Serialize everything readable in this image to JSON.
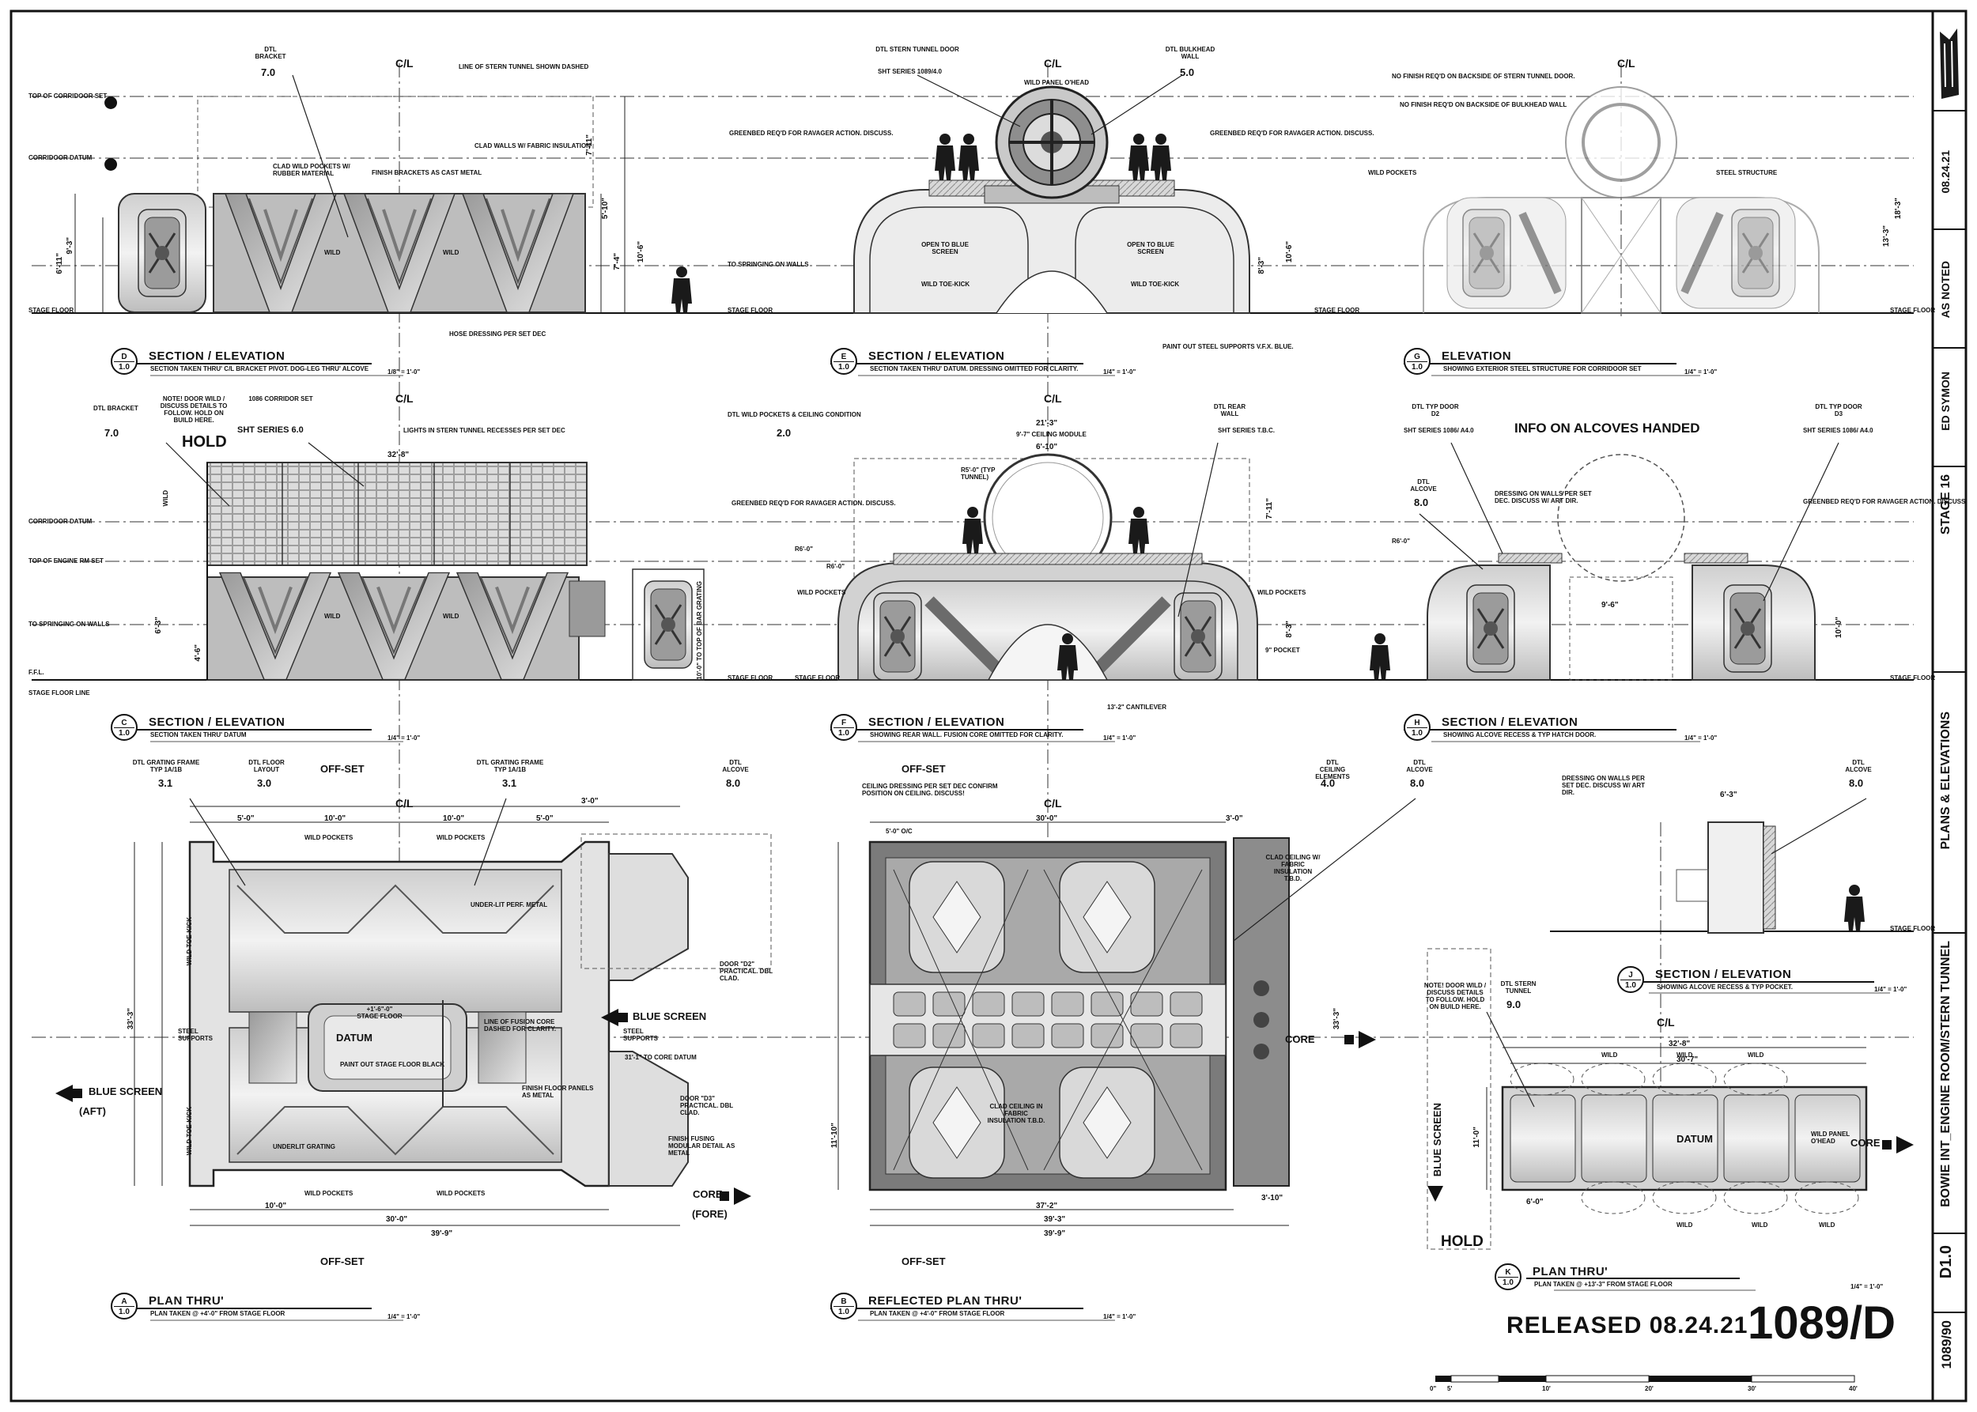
{
  "title_block": {
    "drawing_number": "1089/D",
    "released": "RELEASED  08.24.21",
    "sheet_code": "1089/90",
    "sheet_rev": "D1.0",
    "project": "BOWIE INT_ENGINE ROOM/STERN TUNNEL",
    "sheet_title": "PLANS & ELEVATIONS",
    "stage": "STAGE 16",
    "drawn_by": "ED SYMON",
    "scale": "AS NOTED",
    "date": "08.24.21",
    "scale_bar_labels": [
      "0\"",
      "5'",
      "10'",
      "20'",
      "30'",
      "40'"
    ]
  },
  "common": {
    "cl": "C/L",
    "stage_floor": "STAGE FLOOR",
    "wild": "WILD",
    "wild_pockets": "WILD POCKETS",
    "off_set": "OFF-SET",
    "scale_quarter": "1/4\" = 1'-0\"",
    "scale_eighth": "1/8\" = 1'-0\""
  },
  "views": {
    "D": {
      "letter": "D",
      "num": "1.0",
      "title": "SECTION / ELEVATION",
      "note": "SECTION TAKEN THRU' C/L BRACKET PIVOT. DOG-LEG THRU' ALCOVE",
      "scale": "1/8\" = 1'-0\""
    },
    "E": {
      "letter": "E",
      "num": "1.0",
      "title": "SECTION / ELEVATION",
      "note": "SECTION TAKEN THRU' DATUM. DRESSING OMITTED FOR CLARITY.",
      "scale": "1/4\" = 1'-0\""
    },
    "G": {
      "letter": "G",
      "num": "1.0",
      "title": "ELEVATION",
      "note": "SHOWING EXTERIOR STEEL STRUCTURE FOR CORRIDOOR SET",
      "scale": "1/4\" = 1'-0\""
    },
    "C": {
      "letter": "C",
      "num": "1.0",
      "title": "SECTION / ELEVATION",
      "note": "SECTION TAKEN THRU' DATUM",
      "scale": "1/4\" = 1'-0\""
    },
    "F": {
      "letter": "F",
      "num": "1.0",
      "title": "SECTION / ELEVATION",
      "note": "SHOWING REAR WALL. FUSION CORE OMITTED FOR CLARITY.",
      "scale": "1/4\" = 1'-0\""
    },
    "H": {
      "letter": "H",
      "num": "1.0",
      "title": "SECTION / ELEVATION",
      "note": "SHOWING ALCOVE RECESS & TYP HATCH DOOR.",
      "scale": "1/4\" = 1'-0\""
    },
    "A": {
      "letter": "A",
      "num": "1.0",
      "title": "PLAN THRU'",
      "note": "PLAN TAKEN @ +4'-0\" FROM STAGE FLOOR",
      "scale": "1/4\" = 1'-0\""
    },
    "B": {
      "letter": "B",
      "num": "1.0",
      "title": "REFLECTED PLAN THRU'",
      "note": "PLAN TAKEN @ +4'-0\" FROM STAGE FLOOR",
      "scale": "1/4\" = 1'-0\""
    },
    "J": {
      "letter": "J",
      "num": "1.0",
      "title": "SECTION / ELEVATION",
      "note": "SHOWING ALCOVE RECESS & TYP POCKET.",
      "scale": "1/4\" = 1'-0\""
    },
    "K": {
      "letter": "K",
      "num": "1.0",
      "title": "PLAN THRU'",
      "note": "PLAN TAKEN @ +13'-3\" FROM STAGE FLOOR",
      "scale": "1/4\" = 1'-0\""
    }
  },
  "row1": {
    "top_of_corridor_set": "TOP OF CORRIDOOR SET",
    "corridor_datum": "CORRIDOOR DATUM",
    "line_of_stern_tunnel": "LINE OF STERN TUNNEL SHOWN DASHED",
    "clad_walls": "CLAD WALLS W/ FABRIC INSULATION",
    "clad_wild_pockets": "CLAD WILD POCKETS W/ RUBBER MATERIAL",
    "finish_brackets": "FINISH BRACKETS AS CAST METAL",
    "to_springing": "TO SPRINGING ON WALLS",
    "hose_dressing": "HOSE DRESSING PER SET DEC",
    "dtl_bracket": "DTL BRACKET",
    "dtl_bracket_num": "7.0",
    "dtl_stern_door": "DTL STERN TUNNEL DOOR",
    "sht_series_1089": "SHT SERIES 1089/4.0",
    "dtl_bulkhead": "DTL BULKHEAD WALL",
    "dtl_bulkhead_num": "5.0",
    "wild_panel_ohead": "WILD PANEL O'HEAD",
    "greenbed": "GREENBED REQ'D FOR RAVAGER ACTION. DISCUSS.",
    "open_to_blue": "OPEN TO BLUE SCREEN",
    "wild_toe_kick": "WILD TOE-KICK",
    "paint_steel": "PAINT OUT STEEL SUPPORTS V.F.X. BLUE.",
    "no_finish_stern": "NO FINISH REQ'D ON BACKSIDE OF STERN TUNNEL DOOR.",
    "no_finish_bulkhead": "NO FINISH REQ'D ON BACKSIDE OF BULKHEAD WALL",
    "steel_structure": "STEEL STRUCTURE",
    "dims": [
      "7'-11\"",
      "5'-10\"",
      "7'-4\"",
      "10'-6\"",
      "9'-3\"",
      "6'-11\"",
      "8'-3\"",
      "10'-6\"",
      "18'-3\"",
      "13'-3\""
    ]
  },
  "row2": {
    "note_door_wild": "NOTE! DOOR WILD / DISCUSS DETAILS TO FOLLOW. HOLD ON BUILD HERE.",
    "hold": "HOLD",
    "corridor_set": "1086 CORRIDOR SET",
    "sht_series_6": "SHT SERIES 6.0",
    "lights": "LIGHTS IN STERN TUNNEL RECESSES PER SET DEC",
    "corridor_datum": "CORRIDOOR DATUM",
    "top_of_engine": "TOP OF ENGINE RM SET",
    "to_springing": "TO SPRINGING ON WALLS",
    "ffl": "F.F.L.",
    "stage_floor_line": "STAGE FLOOR LINE",
    "to_top_of_bar": "10'-0\" TO TOP OF BAR GRATING",
    "dtl_wild_ceiling": "DTL WILD POCKETS & CEILING CONDITION",
    "dtl_wild_ceiling_num": "2.0",
    "ceiling_module": "9'-7\" CEILING MODULE",
    "r5": "R5'-0\" (TYP TUNNEL)",
    "r6": "R6'-0\"",
    "dtl_rear_wall": "DTL REAR WALL",
    "sht_series_tbc": "SHT SERIES T.B.C.",
    "pocket": "9\" POCKET",
    "cantilever": "13'-2\" CANTILEVER",
    "dtl_typ_door_d2": "DTL TYP DOOR D2",
    "sht_series_1086_a4": "SHT SERIES 1086/ A4.0",
    "dtl_typ_door_d3": "DTL TYP DOOR D3",
    "info_alcoves": "INFO ON ALCOVES HANDED",
    "dtl_alcove": "DTL ALCOVE",
    "dtl_alcove_num": "8.0",
    "dressing_walls": "DRESSING ON WALLS PER SET DEC. DISCUSS W/ ART DIR.",
    "dims": [
      "32'-8\"",
      "21'-3\"",
      "6'-10\"",
      "7'-11\"",
      "8'-3\"",
      "9'-6\"",
      "10'-0\"",
      "4'-6\"",
      "6'-3\""
    ]
  },
  "row3": {
    "dtl_grating": "DTL GRATING FRAME TYP 1A/1B",
    "dtl_grating_num": "3.1",
    "dtl_floor_layout": "DTL FLOOR LAYOUT",
    "dtl_floor_num": "3.0",
    "under_lit": "UNDER-LIT PERF. METAL",
    "door_d2": "DOOR \"D2\" PRACTICAL. DBL CLAD.",
    "door_d3": "DOOR \"D3\" PRACTICAL. DBL CLAD.",
    "steel_supports": "STEEL SUPPORTS",
    "datum": "DATUM",
    "stage_floor_ref": "+1'-6\"-0\" STAGE FLOOR",
    "paint_stage_floor": "PAINT OUT STAGE FLOOR BLACK",
    "line_fusion": "LINE OF FUSION CORE DASHED FOR CLARITY.",
    "finish_floor": "FINISH FLOOR PANELS AS METAL",
    "finish_fusing": "FINISH FUSING MODULAR DETAIL AS METAL",
    "underlit_grating": "UNDERLIT GRATING",
    "blue_screen_aft": "BLUE SCREEN",
    "aft": "(AFT)",
    "core_fore": "CORE",
    "fore": "(FORE)",
    "blue_screen_mid": "BLUE SCREEN",
    "to_core_datum": "31'-1\" TO CORE DATUM",
    "ceiling_dressing": "CEILING DRESSING PER SET DEC CONFIRM POSITION ON CEILING. DISCUSS!",
    "dtl_ceiling_elements": "DTL CEILING ELEMENTS",
    "dtl_ceiling_num": "4.0",
    "clad_ceiling_side": "CLAD CEILING W/ FABRIC INSULATION T.B.D.",
    "clad_ceiling_in": "CLAD CEILING IN FABRIC INSULATION T.B.D.",
    "core_right": "CORE",
    "oc": "5'-0\" O/C",
    "note_door_wild": "NOTE! DOOR WILD / DISCUSS DETAILS TO FOLLOW. HOLD ON BUILD HERE.",
    "dtl_stern_tunnel": "DTL STERN TUNNEL",
    "dtl_stern_tunnel_num": "9.0",
    "wild_panel_ohead": "WILD PANEL O'HEAD",
    "blue_screen_vert": "BLUE SCREEN",
    "hold": "HOLD",
    "core_k": "CORE",
    "dims_a": [
      "5'-0\"",
      "10'-0\"",
      "10'-0\"",
      "5'-0\"",
      "3'-0\"",
      "10'-0\"",
      "30'-0\"",
      "39'-9\"",
      "33'-3\""
    ],
    "dims_b": [
      "30'-0\"",
      "3'-0\"",
      "37'-2\"",
      "39'-3\"",
      "39'-9\"",
      "3'-10\"",
      "11'-10\"",
      "33'-3\""
    ],
    "dims_k": [
      "32'-8\"",
      "30'-7\"",
      "6'-0\"",
      "11'-0\""
    ]
  },
  "colors": {
    "ink": "#111111",
    "paper": "#ffffff",
    "mid": "#8a8a8a",
    "light": "#d6d6d6"
  }
}
